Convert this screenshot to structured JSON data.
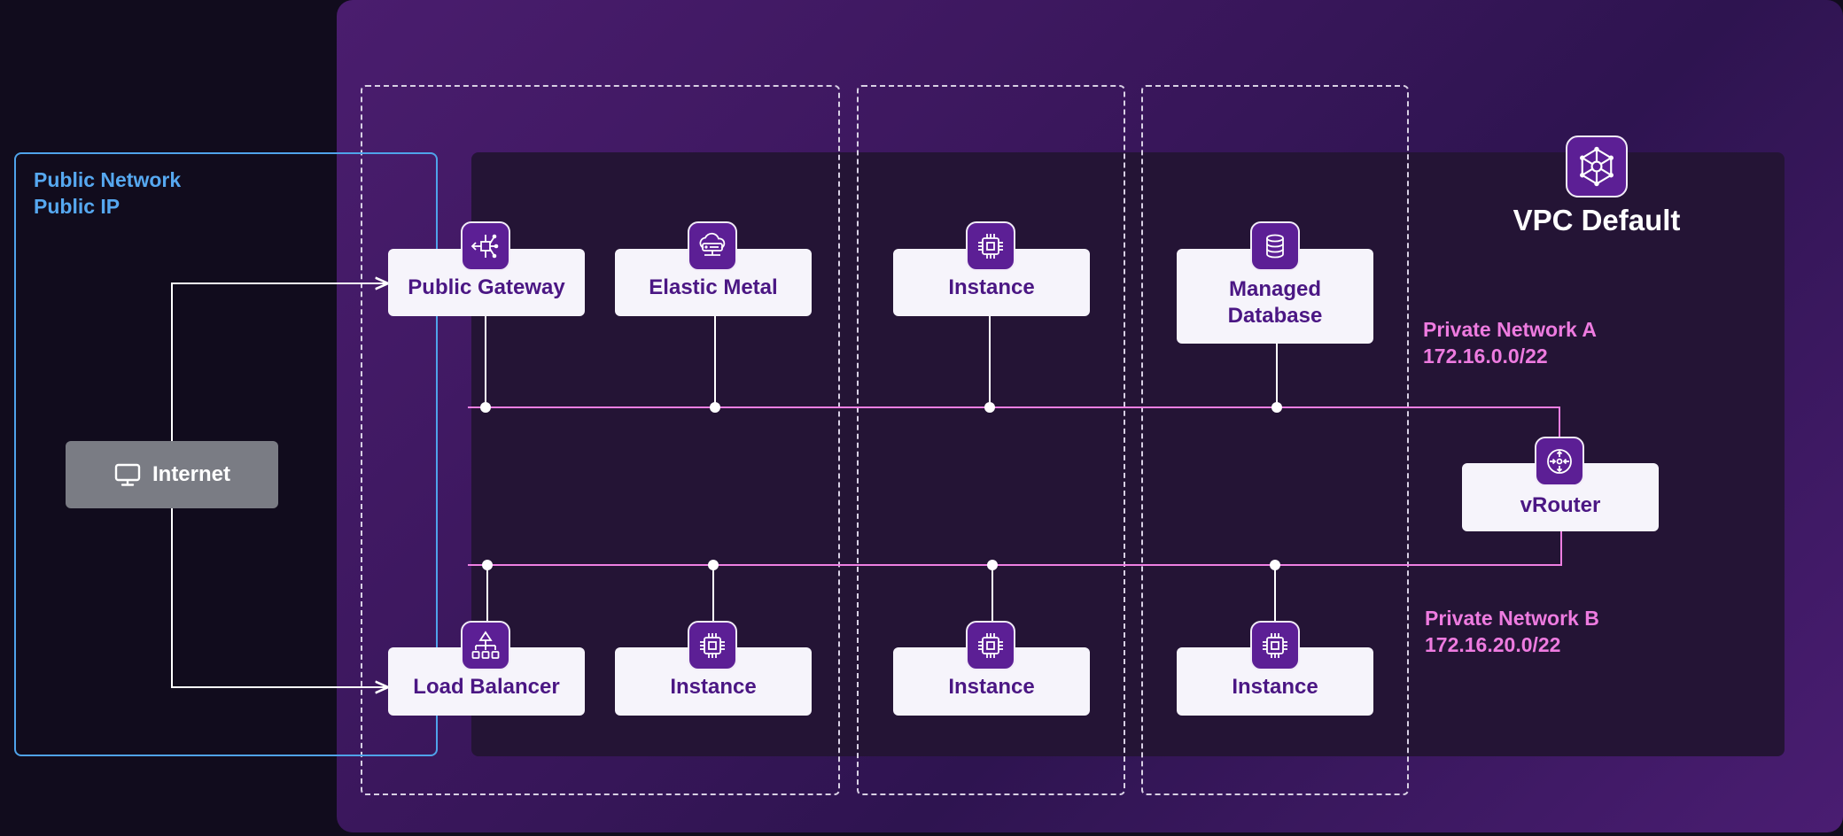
{
  "public_network": {
    "line1": "Public Network",
    "line2": "Public IP"
  },
  "internet": {
    "label": "Internet",
    "icon": "monitor-icon"
  },
  "vpc": {
    "title": "VPC Default",
    "icon": "vpc-network-icon"
  },
  "private_network_a": {
    "name": "Private Network A",
    "cidr": "172.16.0.0/22"
  },
  "private_network_b": {
    "name": "Private Network B",
    "cidr": "172.16.20.0/22"
  },
  "nodes": {
    "public_gateway": {
      "label": "Public Gateway",
      "icon": "public-gateway-icon"
    },
    "elastic_metal": {
      "label": "Elastic Metal",
      "icon": "elastic-metal-icon"
    },
    "instance_a2": {
      "label": "Instance",
      "icon": "cpu-icon"
    },
    "managed_database": {
      "line1": "Managed",
      "line2": "Database",
      "icon": "database-icon"
    },
    "vrouter": {
      "label": "vRouter",
      "icon": "router-icon"
    },
    "load_balancer": {
      "label": "Load Balancer",
      "icon": "load-balancer-icon"
    },
    "instance_b1": {
      "label": "Instance",
      "icon": "cpu-icon"
    },
    "instance_b2": {
      "label": "Instance",
      "icon": "cpu-icon"
    },
    "instance_b3": {
      "label": "Instance",
      "icon": "cpu-icon"
    }
  },
  "colors": {
    "public_network_accent": "#4fa3ea",
    "private_network_accent": "#ee7be0",
    "node_text": "#4b1784",
    "icon_badge": "#5c1f95"
  }
}
